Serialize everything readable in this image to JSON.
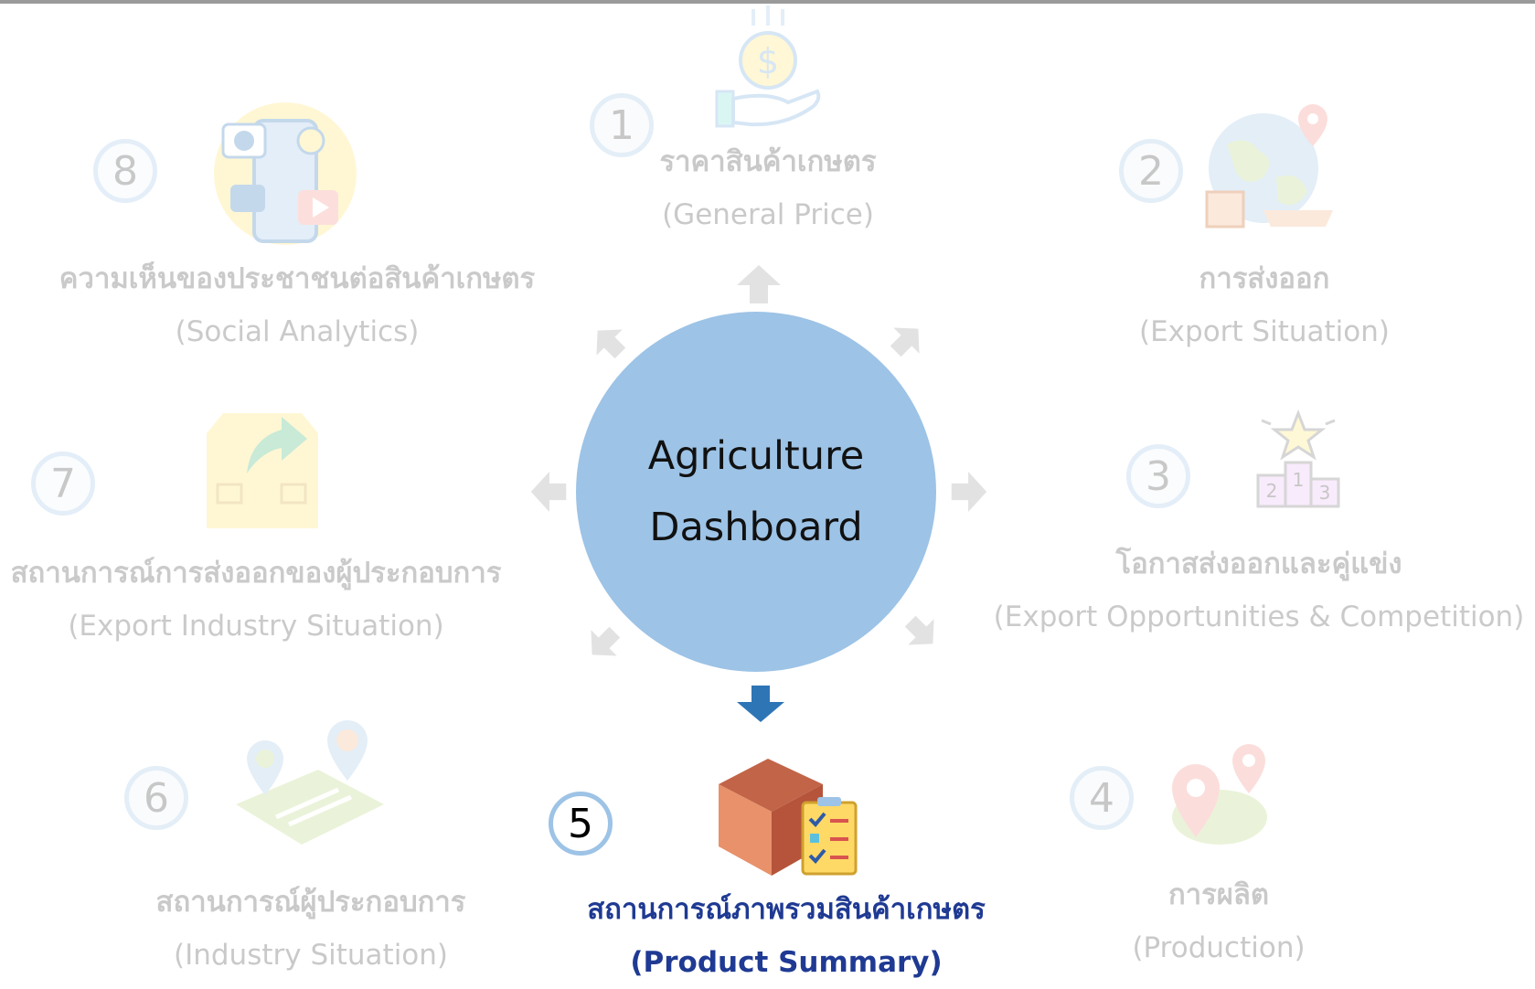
{
  "center": {
    "line1": "Agriculture",
    "line2": "Dashboard",
    "color": "#9dc3e6"
  },
  "active_accent": "#1f3a93",
  "down_arrow_color": "#2e75b6",
  "nodes": [
    {
      "number": "1",
      "th": "ราคาสินค้าเกษตร",
      "en": "(General Price)",
      "icon": "money-hand-icon",
      "active": false
    },
    {
      "number": "2",
      "th": "การส่งออก",
      "en": "(Export Situation)",
      "icon": "globe-export-icon",
      "active": false
    },
    {
      "number": "3",
      "th": "โอกาสส่งออกและคู่แข่ง",
      "en": "(Export Opportunities & Competition)",
      "icon": "podium-star-icon",
      "active": false
    },
    {
      "number": "4",
      "th": "การผลิต",
      "en": "(Production)",
      "icon": "map-pin-icon",
      "active": false
    },
    {
      "number": "5",
      "th": "สถานการณ์ภาพรวมสินค้าเกษตร",
      "en": "(Product Summary)",
      "icon": "box-checklist-icon",
      "active": true
    },
    {
      "number": "6",
      "th": "สถานการณ์ผู้ประกอบการ",
      "en": "(Industry Situation)",
      "icon": "farm-location-icon",
      "active": false
    },
    {
      "number": "7",
      "th": "สถานการณ์การส่งออกของผู้ประกอบการ",
      "en": "(Export Industry Situation)",
      "icon": "box-export-icon",
      "active": false
    },
    {
      "number": "8",
      "th": "ความเห็นของประชาชนต่อสินค้าเกษตร",
      "en": "(Social Analytics)",
      "icon": "social-media-icon",
      "active": false
    }
  ]
}
